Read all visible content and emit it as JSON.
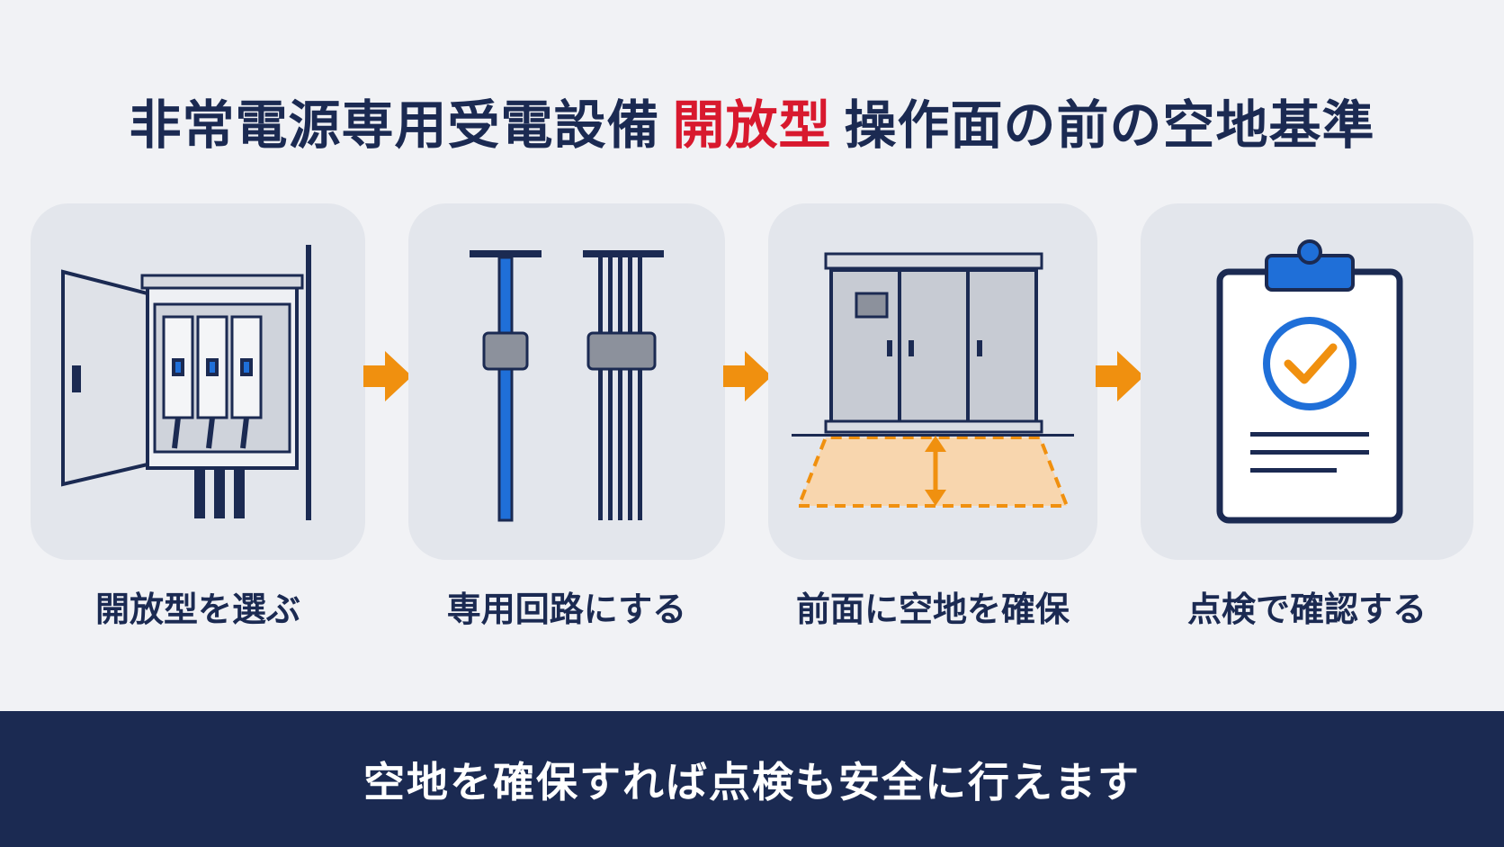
{
  "title": {
    "prefix": "非常電源専用受電設備",
    "accent": "開放型",
    "suffix": "操作面の前の空地基準"
  },
  "steps": [
    {
      "label": "開放型を選ぶ",
      "icon": "open-cabinet-icon"
    },
    {
      "label": "専用回路にする",
      "icon": "dedicated-circuit-icon"
    },
    {
      "label": "前面に空地を確保",
      "icon": "clear-space-icon"
    },
    {
      "label": "点検で確認する",
      "icon": "checklist-clipboard-icon"
    }
  ],
  "footer": {
    "text": "空地を確保すれば点検も安全に行えます"
  },
  "colors": {
    "navy": "#1b2a52",
    "accent_red": "#d8192e",
    "orange": "#f0900f",
    "blue": "#1f6fd8",
    "card_bg": "#e3e6ec",
    "page_bg": "#f1f2f5"
  }
}
